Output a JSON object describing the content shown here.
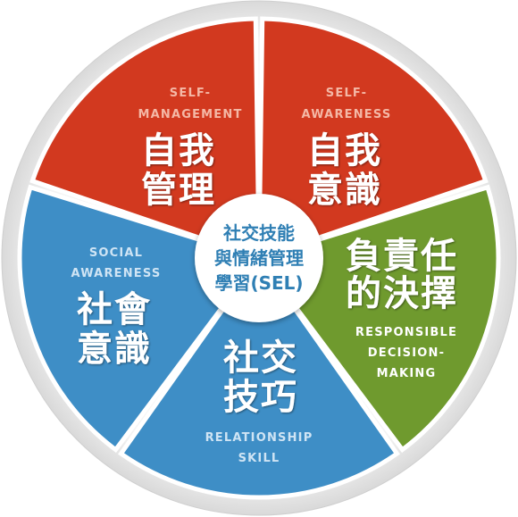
{
  "diagram": {
    "center": {
      "lines": [
        "社交技能",
        "與情緒管理",
        "學習(SEL)"
      ]
    },
    "segments": [
      {
        "id": "self-awareness",
        "en_lines": [
          "SELF-",
          "AWARENESS"
        ],
        "zh_lines": [
          "自我",
          "意識"
        ],
        "color": "#d2391f",
        "en_color": "#f4b8a6"
      },
      {
        "id": "responsible-decision-making",
        "en_lines": [
          "RESPONSIBLE",
          "DECISION-",
          "MAKING"
        ],
        "zh_lines": [
          "負責任",
          "的決擇"
        ],
        "color": "#6f9a2e",
        "en_color": "#ffffff"
      },
      {
        "id": "relationship-skill",
        "en_lines": [
          "RELATIONSHIP",
          "SKILL"
        ],
        "zh_lines": [
          "社交",
          "技巧"
        ],
        "color": "#3e8ec6",
        "en_color": "#cfe4f4"
      },
      {
        "id": "social-awareness",
        "en_lines": [
          "SOCIAL",
          "AWARENESS"
        ],
        "zh_lines": [
          "社會",
          "意識"
        ],
        "color": "#3e8ec6",
        "en_color": "#cfe4f4"
      },
      {
        "id": "self-management",
        "en_lines": [
          "SELF-",
          "MANAGEMENT"
        ],
        "zh_lines": [
          "自我",
          "管理"
        ],
        "color": "#d2391f",
        "en_color": "#f4b8a6"
      }
    ]
  }
}
